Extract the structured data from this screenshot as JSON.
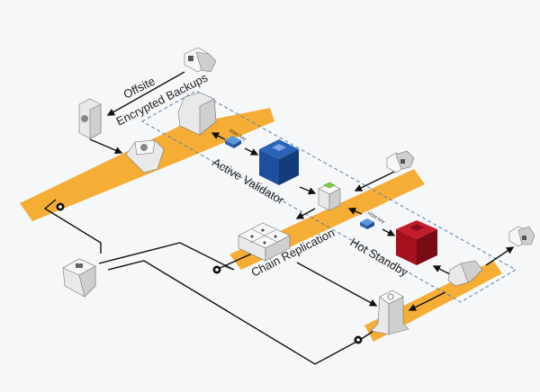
{
  "labels": {
    "offsite": "Offsite",
    "encrypted_backups": "Encrypted Backups",
    "hsm_key_1": "HSM Key",
    "hsm_key_2": "HSM Key",
    "active_validator": "Active Validator",
    "hot_standby": "Hot Standby",
    "chain_replication": "Chain Replication"
  },
  "colors": {
    "band": "#f5ad35",
    "active_validator": "#1d4f9c",
    "hot_standby": "#a5101e",
    "hsm_key": "#3a78c8",
    "node_status": "#6fd23a",
    "boundary": "#5a7ea8"
  }
}
